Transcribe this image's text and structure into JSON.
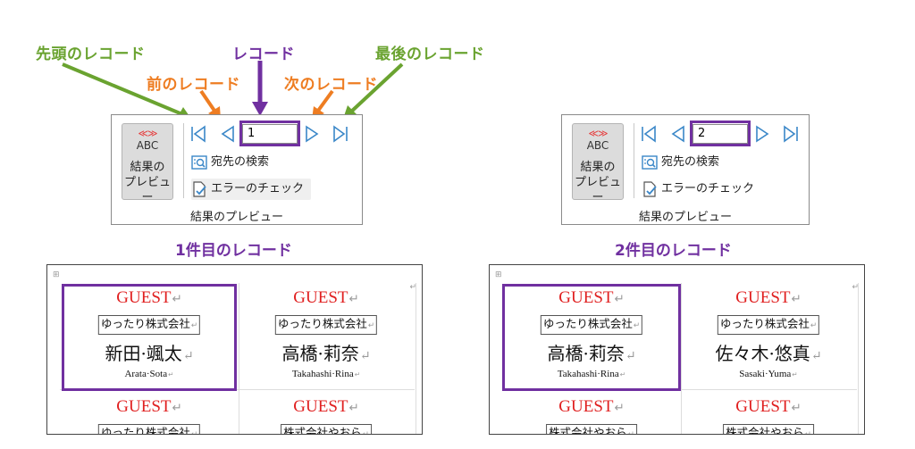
{
  "annotations": {
    "first_record": "先頭のレコード",
    "prev_record": "前のレコード",
    "record": "レコード",
    "next_record": "次のレコード",
    "last_record": "最後のレコード"
  },
  "colors": {
    "green": "#6aa330",
    "orange": "#ee7d22",
    "purple": "#7030a0",
    "guest_red": "#e02020",
    "nav_blue": "#3a87c8"
  },
  "ribbons": [
    {
      "record_value": "1",
      "preview_icon_mark": "≪≫",
      "preview_icon_text": "ABC",
      "preview_label_line1": "結果の",
      "preview_label_line2": "プレビュー",
      "find_recipient": "宛先の検索",
      "check_errors": "エラーのチェック",
      "group_label": "結果のプレビュー"
    },
    {
      "record_value": "2",
      "preview_icon_mark": "≪≫",
      "preview_icon_text": "ABC",
      "preview_label_line1": "結果の",
      "preview_label_line2": "プレビュー",
      "find_recipient": "宛先の検索",
      "check_errors": "エラーのチェック",
      "group_label": "結果のプレビュー"
    }
  ],
  "icons": [
    "first-record-icon",
    "previous-record-icon",
    "next-record-icon",
    "last-record-icon",
    "find-recipient-icon",
    "check-errors-icon",
    "preview-results-icon",
    "return-mark-icon",
    "table-move-handle-icon"
  ],
  "titles": {
    "left": "1件目のレコード",
    "right": "2件目のレコード"
  },
  "docs": [
    {
      "labels": [
        {
          "guest": "GUEST",
          "company": "ゆったり株式会社",
          "name": "新田·颯太",
          "romaji": "Arata·Sota"
        },
        {
          "guest": "GUEST",
          "company": "ゆったり株式会社",
          "name": "高橋·莉奈",
          "romaji": "Takahashi·Rina"
        },
        {
          "guest": "GUEST",
          "company": "ゆったり株式会社"
        },
        {
          "guest": "GUEST",
          "company": "株式会社やおら"
        }
      ]
    },
    {
      "labels": [
        {
          "guest": "GUEST",
          "company": "ゆったり株式会社",
          "name": "高橋·莉奈",
          "romaji": "Takahashi·Rina"
        },
        {
          "guest": "GUEST",
          "company": "ゆったり株式会社",
          "name": "佐々木·悠真",
          "romaji": "Sasaki·Yuma"
        },
        {
          "guest": "GUEST",
          "company": "株式会社やおら"
        },
        {
          "guest": "GUEST",
          "company": "株式会社やおら"
        }
      ]
    }
  ]
}
